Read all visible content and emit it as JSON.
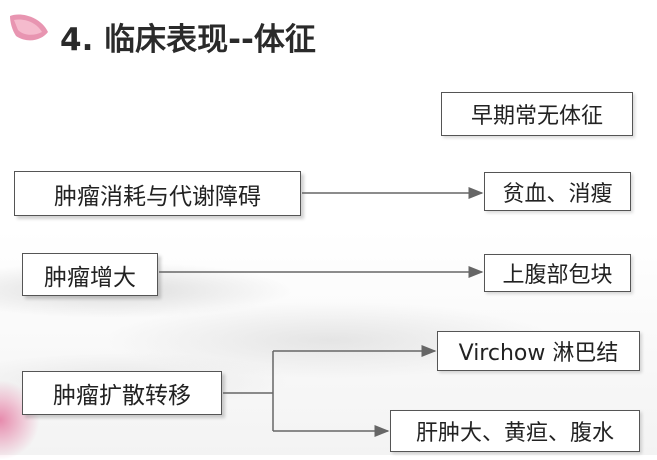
{
  "title": "4. 临床表现--体征",
  "diagram": {
    "no_signs_box": "早期常无体征",
    "sources": [
      "肿瘤消耗与代谢障碍",
      "肿瘤增大",
      "肿瘤扩散转移"
    ],
    "outcomes": [
      "贫血、消瘦",
      "上腹部包块",
      "Virchow 淋巴结",
      "肝肿大、黄疸、腹水"
    ]
  },
  "colors": {
    "box_border": "#555555",
    "arrow": "#666666",
    "accent_petal": "#e0648c"
  }
}
